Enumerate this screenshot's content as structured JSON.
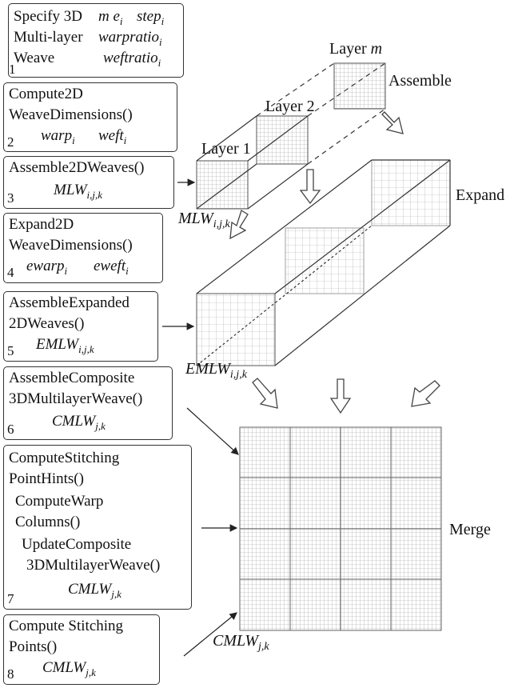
{
  "steps": [
    {
      "num": "1",
      "lines": [
        "Specify 3D",
        "Multi-layer",
        "Weave"
      ],
      "vars": [
        "m e",
        "step",
        "warpratio",
        "weftratio"
      ]
    },
    {
      "num": "2",
      "lines": [
        "Compute2D",
        "WeaveDimensions()"
      ],
      "vars": [
        "warp",
        "weft"
      ]
    },
    {
      "num": "3",
      "lines": [
        "Assemble2DWeaves()"
      ],
      "vars": [
        "MLW"
      ]
    },
    {
      "num": "4",
      "lines": [
        "Expand2D",
        "WeaveDimensions()"
      ],
      "vars": [
        "ewarp",
        "eweft"
      ]
    },
    {
      "num": "5",
      "lines": [
        "AssembleExpanded",
        "2DWeaves()"
      ],
      "vars": [
        "EMLW"
      ]
    },
    {
      "num": "6",
      "lines": [
        "AssembleComposite",
        "3DMultilayerWeave()"
      ],
      "vars": [
        "CMLW"
      ]
    },
    {
      "num": "7",
      "lines": [
        "ComputeStitching",
        "PointHints()",
        "ComputeWarp",
        "Columns()",
        "UpdateComposite",
        "3DMultilayerWeave()"
      ],
      "vars": [
        "CMLW"
      ]
    },
    {
      "num": "8",
      "lines": [
        "Compute Stitching",
        "Points()"
      ],
      "vars": [
        "CMLW"
      ]
    }
  ],
  "subscripts": {
    "i": "i",
    "ijk": "i,j,k",
    "jk": "j,k"
  },
  "labels": {
    "layer_m": "Layer",
    "layer_m_var": "m",
    "layer2": "Layer 2",
    "layer1": "Layer 1",
    "assemble": "Assemble",
    "expand": "Expand",
    "merge": "Merge",
    "mlw": "MLW",
    "emlw": "EMLW",
    "cmlw": "CMLW"
  }
}
